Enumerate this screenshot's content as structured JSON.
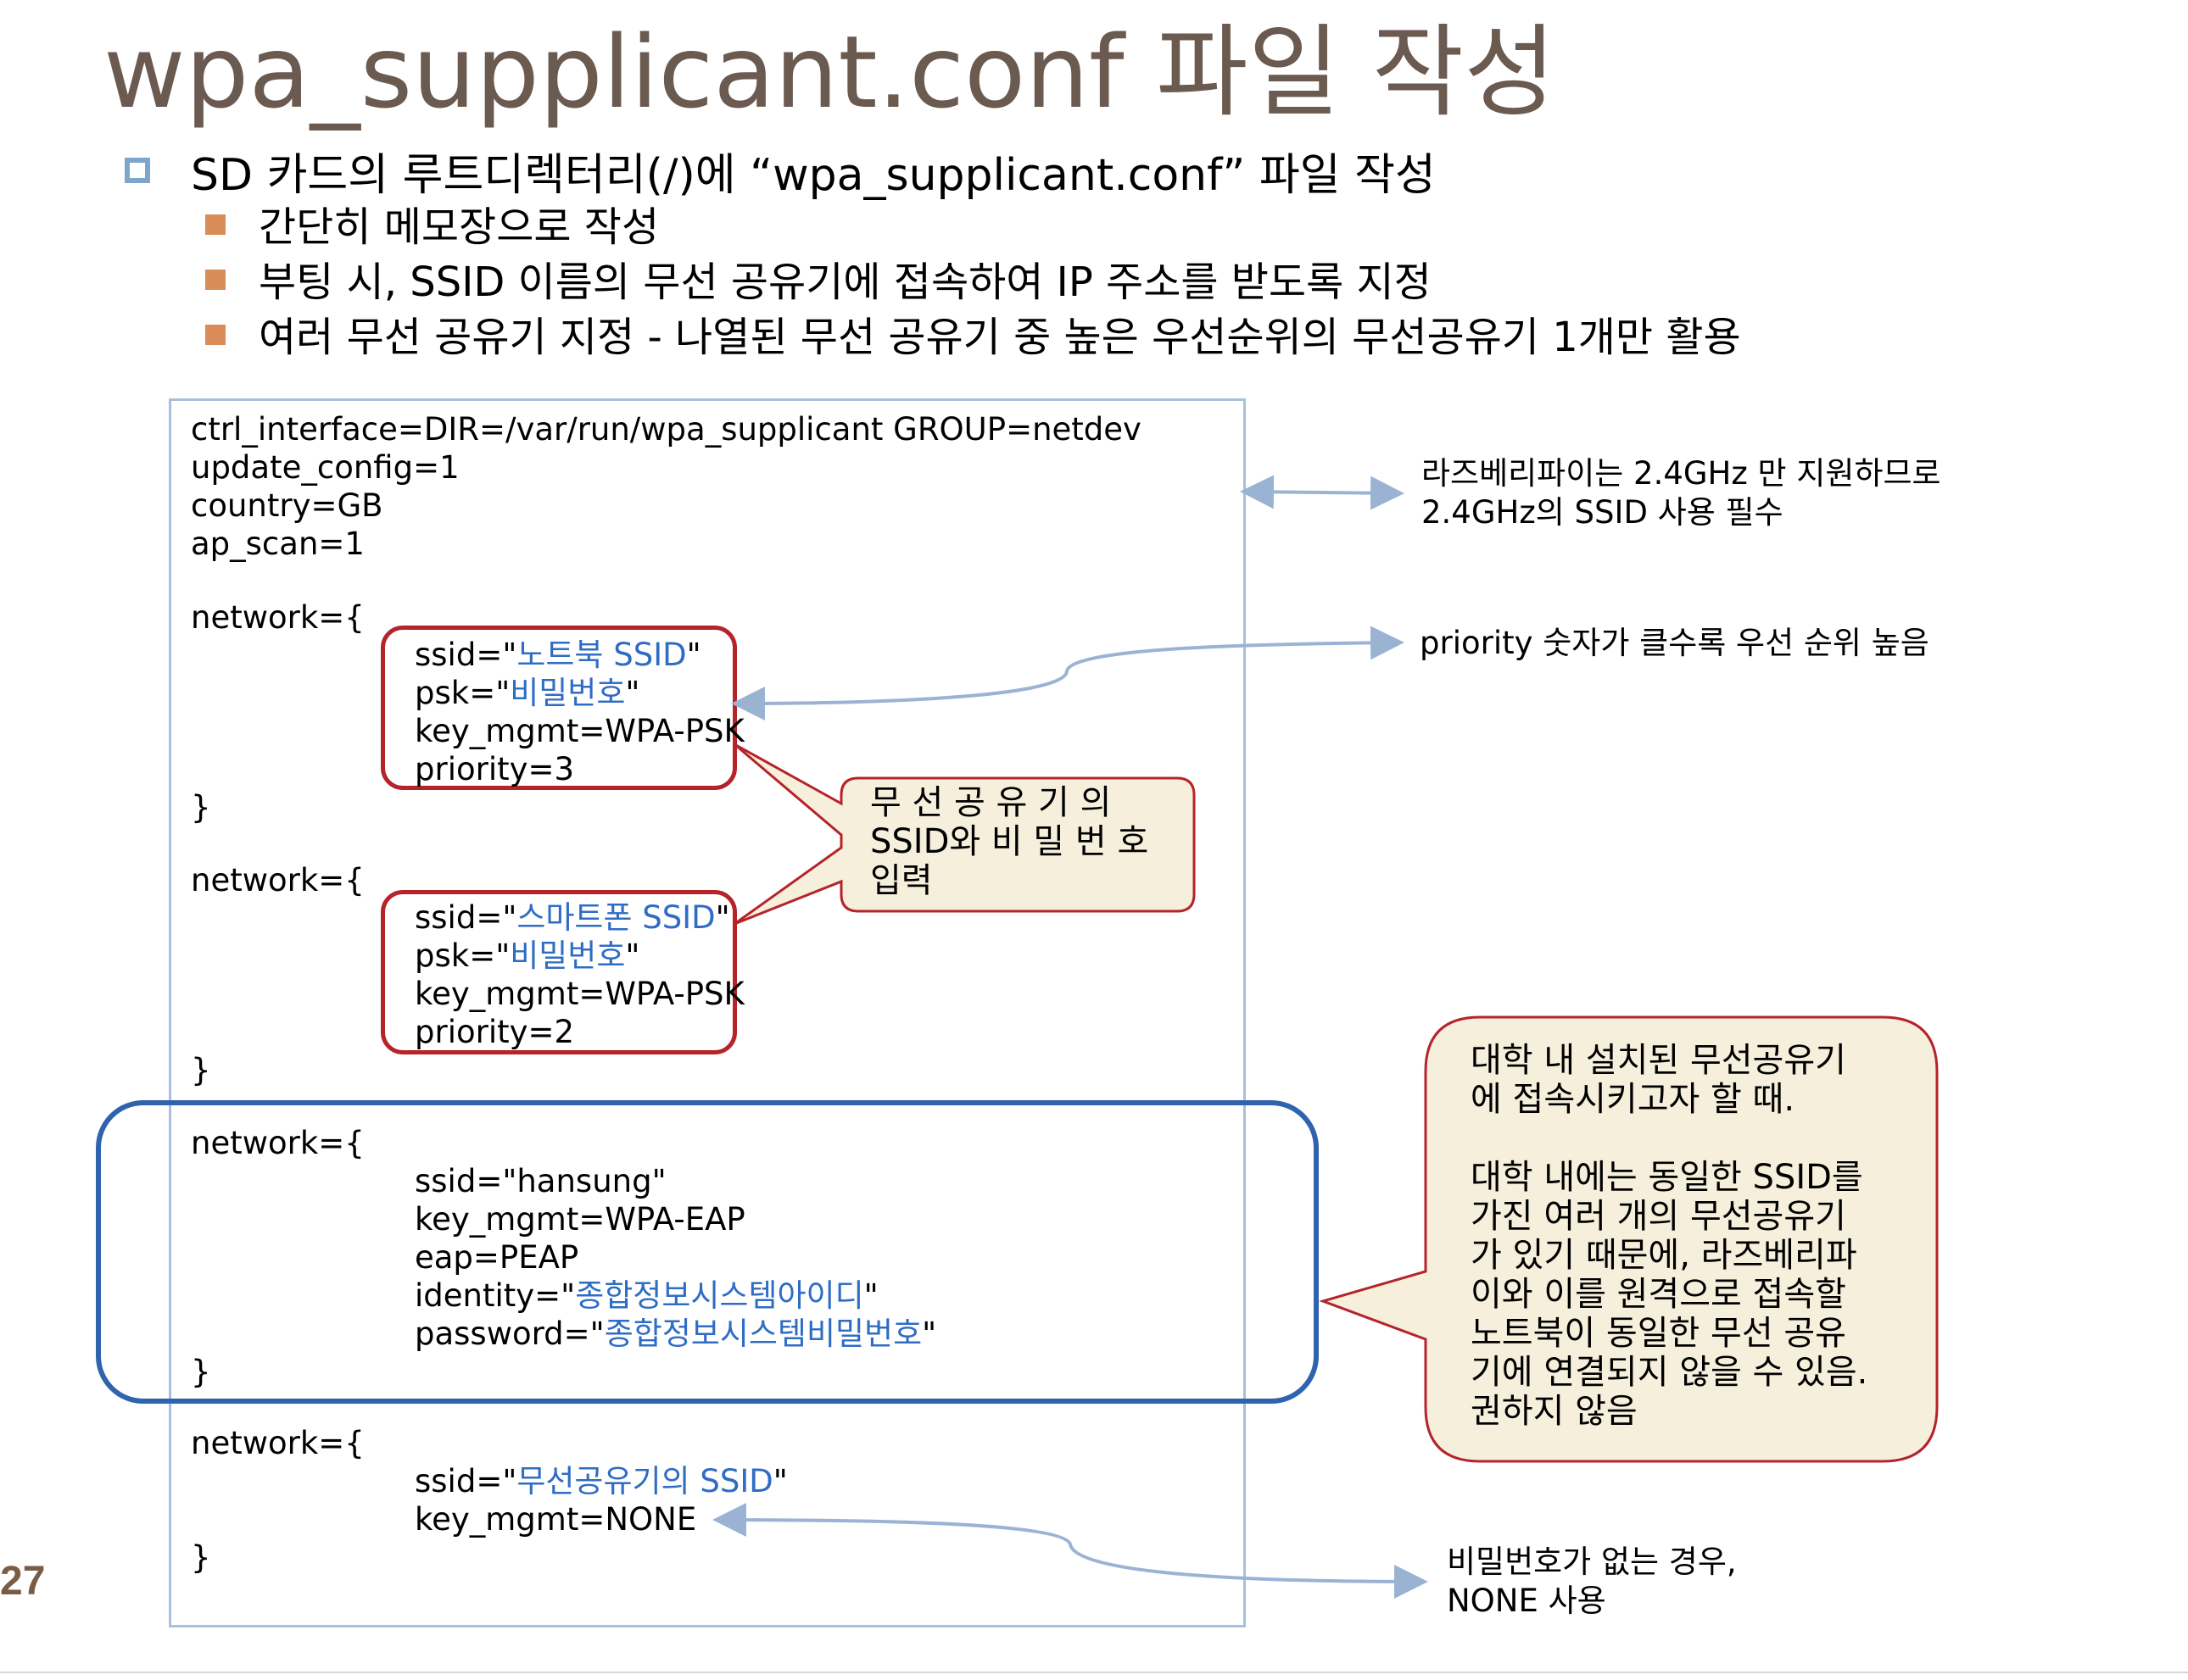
{
  "slide": {
    "title": "wpa_supplicant.conf 파일 작성",
    "page_number": "27",
    "bullets": {
      "main": "SD 카드의 루트디렉터리(/)에 “wpa_supplicant.conf”  파일 작성",
      "sub": [
        "간단히 메모장으로 작성",
        "부팅 시, SSID 이름의 무선 공유기에 접속하여 IP 주소를 받도록 지정",
        "여러 무선 공유기 지정 - 나열된 무선 공유기 중 높은 우선순위의 무선공유기 1개만 활용"
      ]
    },
    "code": {
      "header": [
        "ctrl_interface=DIR=/var/run/wpa_supplicant GROUP=netdev",
        "update_config=1",
        "country=GB",
        "ap_scan=1"
      ],
      "network_open": "network={",
      "close": "}",
      "net1": {
        "ssid_prefix": "ssid=\"",
        "ssid_value": "노트북 SSID",
        "ssid_suffix": "\"",
        "psk_prefix": "psk=\"",
        "psk_value": "비밀번호",
        "psk_suffix": "\"",
        "key_mgmt": "key_mgmt=WPA-PSK",
        "priority": "priority=3"
      },
      "net2": {
        "ssid_prefix": "ssid=\"",
        "ssid_value": "스마트폰 SSID",
        "ssid_suffix": "\"",
        "psk_prefix": "psk=\"",
        "psk_value": "비밀번호",
        "psk_suffix": "\"",
        "key_mgmt": "key_mgmt=WPA-PSK",
        "priority": "priority=2"
      },
      "net3": {
        "ssid": "ssid=\"hansung\"",
        "key_mgmt": "key_mgmt=WPA-EAP",
        "eap": "eap=PEAP",
        "identity_prefix": "identity=\"",
        "identity_value": "종합정보시스템아이디",
        "identity_suffix": "\"",
        "password_prefix": "password=\"",
        "password_value": "종합정보시스템비밀번호",
        "password_suffix": "\""
      },
      "net4": {
        "ssid_prefix": "ssid=\"",
        "ssid_value": "무선공유기의 SSID",
        "ssid_suffix": "\"",
        "key_mgmt": "key_mgmt=NONE"
      }
    },
    "notes": {
      "freq_line1": "라즈베리파이는 2.4GHz 만 지원하므로",
      "freq_line2": "2.4GHz의 SSID 사용 필수",
      "priority": "priority 숫자가 클수록 우선 순위 높음",
      "none_line1": "비밀번호가 없는 경우,",
      "none_line2": "NONE 사용"
    },
    "callout_ssid": {
      "line1": "무 선   공 유 기 의",
      "line2": "SSID와  비 밀 번 호",
      "line3": "입력"
    },
    "callout_university": {
      "lines": [
        "대학  내  설치된  무선공유기",
        "에 접속시키고자 할 때.",
        "",
        "대학  내에는  동일한  SSID를",
        "가진  여러  개의  무선공유기",
        "가  있기  때문에,  라즈베리파",
        "이와  이를  원격으로  접속할",
        "노트북이  동일한  무선  공유",
        "기에  연결되지  않을  수  있음.",
        "권하지 않음"
      ]
    },
    "colors": {
      "title": "#6b5a50",
      "highlight_text": "#2f6cc4",
      "red_box": "#b5242a",
      "blue_box": "#2f63ad",
      "callout_fill": "#f6efdc",
      "arrow": "#9bb3d3"
    }
  }
}
